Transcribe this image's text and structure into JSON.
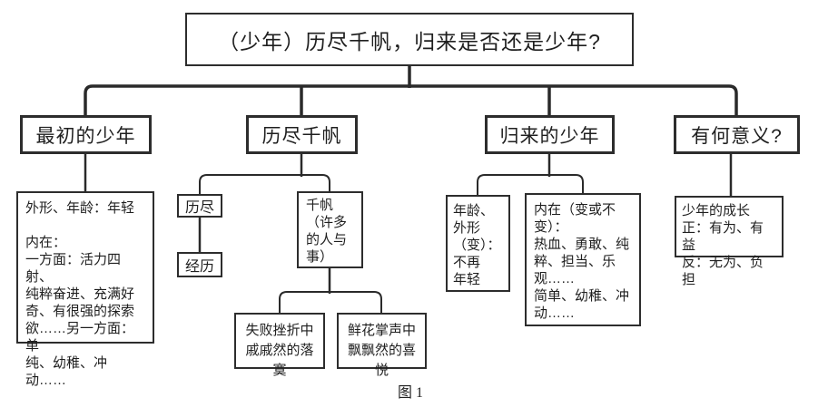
{
  "diagram": {
    "title": "（少年）历尽千帆，归来是否还是少年?",
    "caption": "图 1",
    "nodes": {
      "initial": {
        "label": "最初的少年",
        "detail": "外形、年龄：年轻\n\n内在：\n一方面：活力四射、\n纯粹奋进、充满好\n奇、有很强的探索\n欲……另一方面：单\n纯、幼稚、冲动……"
      },
      "sailed": {
        "label": "历尽千帆",
        "lijin": "历尽",
        "jingli": "经历",
        "qianfan": "千帆\n（许多\n的人与\n事）",
        "failure": "失败挫折中\n戚戚然的落寞",
        "flowers": "鲜花掌声中\n飘飘然的喜悦"
      },
      "returned": {
        "label": "归来的少年",
        "age": "年龄、\n外形\n（变）：\n不再\n年轻",
        "inner": "内在（变或不\n变）：\n热血、勇敢、纯\n粹、担当、乐\n观……\n简单、幼稚、冲\n动……"
      },
      "meaning": {
        "label": "有何意义?",
        "growth": "少年的成长\n正：有为、有益\n反：无为、负担"
      }
    }
  }
}
